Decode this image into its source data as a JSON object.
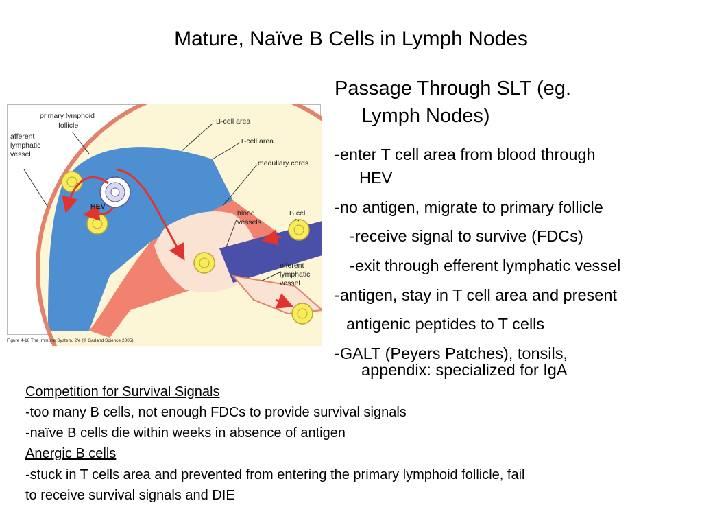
{
  "title": "Mature, Naïve B Cells in Lymph Nodes",
  "figure": {
    "labels": {
      "primary_follicle_1": "primary lymphoid",
      "primary_follicle_2": "follicle",
      "afferent_1": "afferent",
      "afferent_2": "lymphatic",
      "afferent_3": "vessel",
      "b_cell_area": "B-cell area",
      "t_cell_area": "T-cell area",
      "medullary_cords": "medullary cords",
      "blood_vessels_1": "blood",
      "blood_vessels_2": "vessels",
      "b_cell": "B cell",
      "hev": "HEV",
      "efferent_1": "efferent",
      "efferent_2": "lymphatic",
      "efferent_3": "vessel"
    },
    "caption": "Figure 4-16  The Immune System, 2/e (© Garland Science 2005)",
    "colors": {
      "follicle": "#fdf6d6",
      "t_cell_area": "#4d8fd1",
      "medulla": "#f0826f",
      "sinus": "#fbe3d3",
      "vessel": "#4a4fa8",
      "arrow": "#e0342f",
      "cell": "#f8ec5a"
    }
  },
  "right": {
    "heading_line1": "Passage Through SLT (eg.",
    "heading_line2": "Lymph Nodes)",
    "bullets": [
      "-enter T cell area from blood through",
      "HEV",
      "-no antigen, migrate to primary follicle",
      "-receive signal to survive (FDCs)",
      "-exit through efferent lymphatic vessel",
      "-antigen, stay in T cell area and present",
      "antigenic peptides to T cells",
      "-GALT (Peyers Patches), tonsils,",
      "appendix:  specialized for IgA"
    ]
  },
  "bottom": {
    "heading1": "Competition for Survival Signals",
    "line1": "-too many B cells, not enough FDCs to provide survival signals",
    "line2": "-naïve B cells die within weeks in absence of antigen",
    "heading2": "Anergic B cells",
    "line3": "-stuck in T cells area and prevented from entering the primary lymphoid follicle, fail",
    "line4": "to receive survival signals and DIE"
  }
}
